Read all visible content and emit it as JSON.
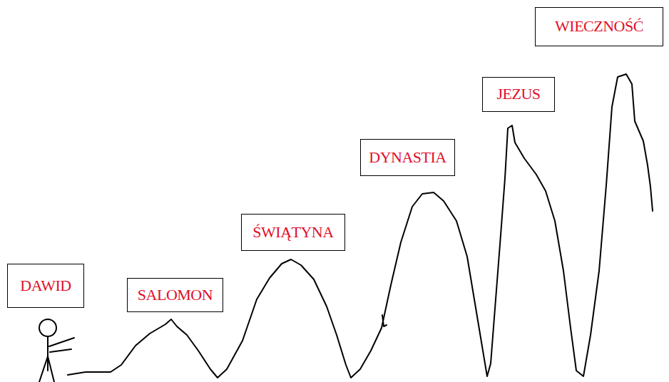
{
  "diagram": {
    "nodes": [
      {
        "text": [
          "DAWID"
        ]
      },
      {
        "text": [
          "SALOMON"
        ]
      },
      {
        "text": [
          "ŚWIĄTYNA"
        ]
      },
      {
        "text": [
          "DYNASTIA"
        ]
      },
      {
        "text": [
          "JEZUS"
        ]
      },
      {
        "text": [
          "WIECZNOŚĆ"
        ]
      }
    ]
  }
}
